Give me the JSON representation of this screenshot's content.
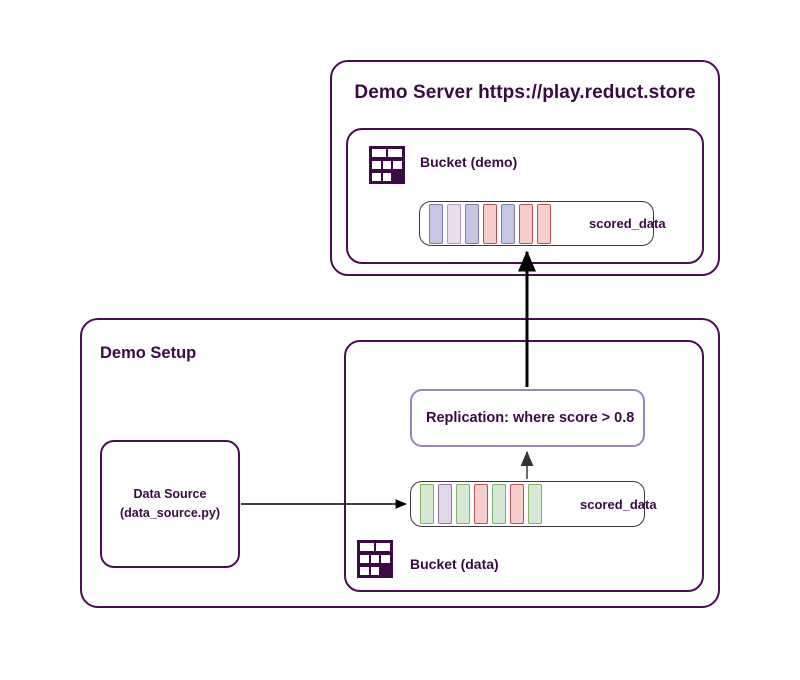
{
  "server": {
    "title": "Demo Server https://play.reduct.store",
    "bucket": {
      "icon": "bucket-shelf-icon",
      "label": "Bucket (demo)"
    },
    "entry": {
      "label": "scored_data",
      "blocks": [
        "blue",
        "lav",
        "blue",
        "red",
        "blue",
        "red",
        "red"
      ]
    }
  },
  "setup": {
    "title": "Demo Setup",
    "data_source": {
      "line1": "Data Source",
      "line2": "(data_source.py)"
    },
    "bucket": {
      "icon": "bucket-shelf-icon",
      "label": "Bucket (data)"
    },
    "replication": {
      "label": "Replication: where score > 0.8"
    },
    "entry": {
      "label": "scored_data",
      "blocks": [
        "green",
        "purple",
        "green",
        "red",
        "green",
        "red",
        "green"
      ]
    }
  },
  "colors": {
    "border_dark_purple": "#4b0d52",
    "border_lilac": "#9a84b8",
    "text_purple": "#3b0a45",
    "green_fill": "#d5e8d4",
    "green_stroke": "#82b366",
    "purple_fill": "#e1d5e7",
    "purple_stroke": "#9673a6",
    "red_fill": "#f8cecc",
    "red_stroke": "#b85450",
    "blue_fill": "#c6c6e2",
    "blue_stroke": "#7b7bad",
    "arrow_black": "#000000",
    "arrow_gray": "#666666"
  }
}
